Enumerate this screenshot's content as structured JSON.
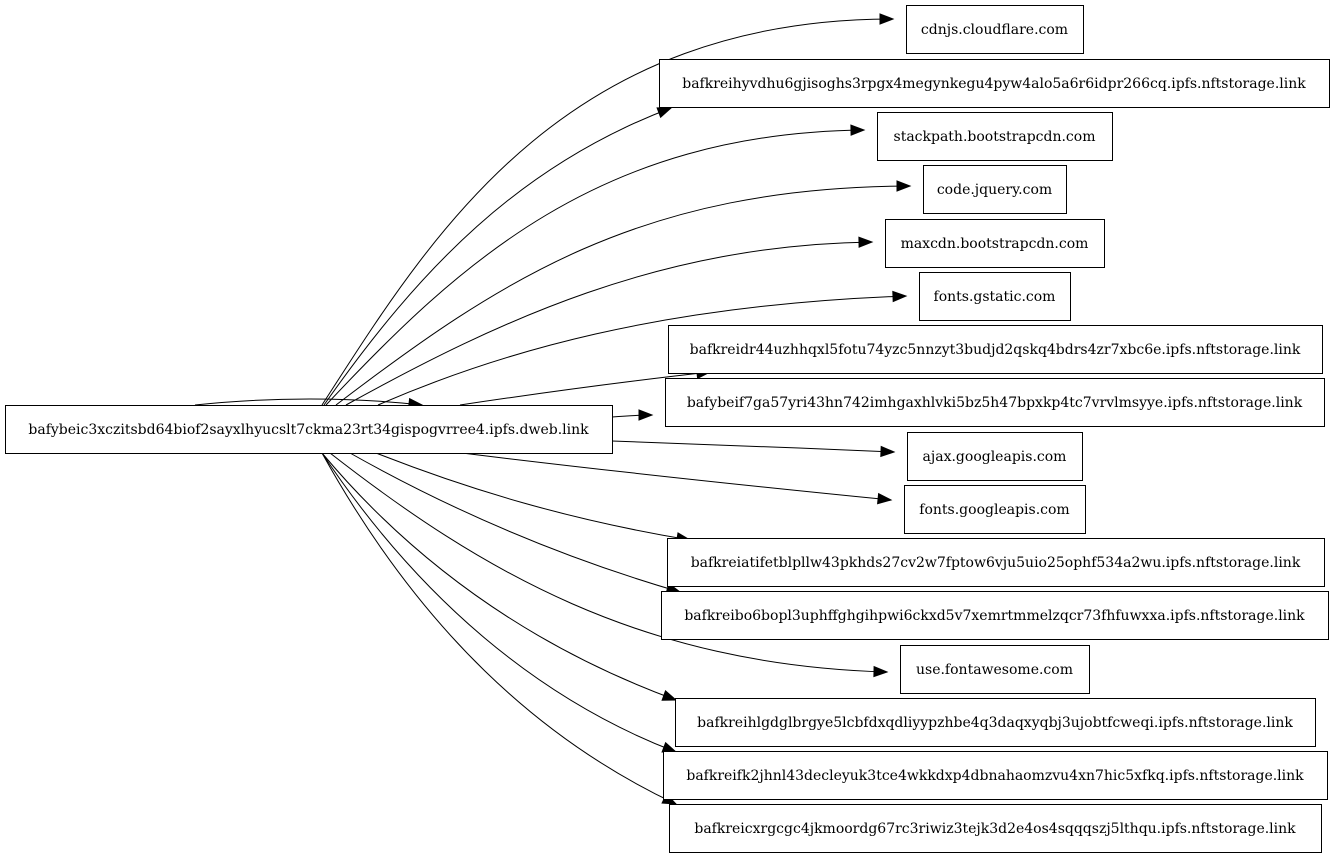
{
  "graph": {
    "source": {
      "id": "src",
      "label": "bafybeic3xczitsbd64biof2sayxlhyucslt7ckma23rt34gispogvrree4.ipfs.dweb.link"
    },
    "targets": [
      {
        "id": "t0",
        "label": "cdnjs.cloudflare.com"
      },
      {
        "id": "t1",
        "label": "bafkreihyvdhu6gjisoghs3rpgx4megynkegu4pyw4alo5a6r6idpr266cq.ipfs.nftstorage.link"
      },
      {
        "id": "t2",
        "label": "stackpath.bootstrapcdn.com"
      },
      {
        "id": "t3",
        "label": "code.jquery.com"
      },
      {
        "id": "t4",
        "label": "maxcdn.bootstrapcdn.com"
      },
      {
        "id": "t5",
        "label": "fonts.gstatic.com"
      },
      {
        "id": "t6",
        "label": "bafkreidr44uzhhqxl5fotu74yzc5nnzyt3budjd2qskq4bdrs4zr7xbc6e.ipfs.nftstorage.link"
      },
      {
        "id": "t7",
        "label": "bafybeif7ga57yri43hn742imhgaxhlvki5bz5h47bpxkp4tc7vrvlmsyye.ipfs.nftstorage.link"
      },
      {
        "id": "t8",
        "label": "ajax.googleapis.com"
      },
      {
        "id": "t9",
        "label": "fonts.googleapis.com"
      },
      {
        "id": "t10",
        "label": "bafkreiatifetblpllw43pkhds27cv2w7fptow6vju5uio25ophf534a2wu.ipfs.nftstorage.link"
      },
      {
        "id": "t11",
        "label": "bafkreibo6bopl3uphffghgihpwi6ckxd5v7xemrtmmelzqcr73fhfuwxxa.ipfs.nftstorage.link"
      },
      {
        "id": "t12",
        "label": "use.fontawesome.com"
      },
      {
        "id": "t13",
        "label": "bafkreihlgdglbrgye5lcbfdxqdliyypzhbe4q3daqxyqbj3ujobtfcweqi.ipfs.nftstorage.link"
      },
      {
        "id": "t14",
        "label": "bafkreifk2jhnl43decleyuk3tce4wkkdxp4dbnahaomzvu4xn7hic5xfkq.ipfs.nftstorage.link"
      },
      {
        "id": "t15",
        "label": "bafkreicxrgcgc4jkmoordg67rc3riwiz3tejk3d2e4os4sqqqszj5lthqu.ipfs.nftstorage.link"
      }
    ],
    "edges": [
      {
        "from": "src",
        "to": "src"
      },
      {
        "from": "src",
        "to": "t0"
      },
      {
        "from": "src",
        "to": "t1"
      },
      {
        "from": "src",
        "to": "t2"
      },
      {
        "from": "src",
        "to": "t3"
      },
      {
        "from": "src",
        "to": "t4"
      },
      {
        "from": "src",
        "to": "t5"
      },
      {
        "from": "src",
        "to": "t6"
      },
      {
        "from": "src",
        "to": "t7"
      },
      {
        "from": "src",
        "to": "t8"
      },
      {
        "from": "src",
        "to": "t9"
      },
      {
        "from": "src",
        "to": "t10"
      },
      {
        "from": "src",
        "to": "t11"
      },
      {
        "from": "src",
        "to": "t12"
      },
      {
        "from": "src",
        "to": "t13"
      },
      {
        "from": "src",
        "to": "t14"
      },
      {
        "from": "src",
        "to": "t15"
      }
    ]
  }
}
